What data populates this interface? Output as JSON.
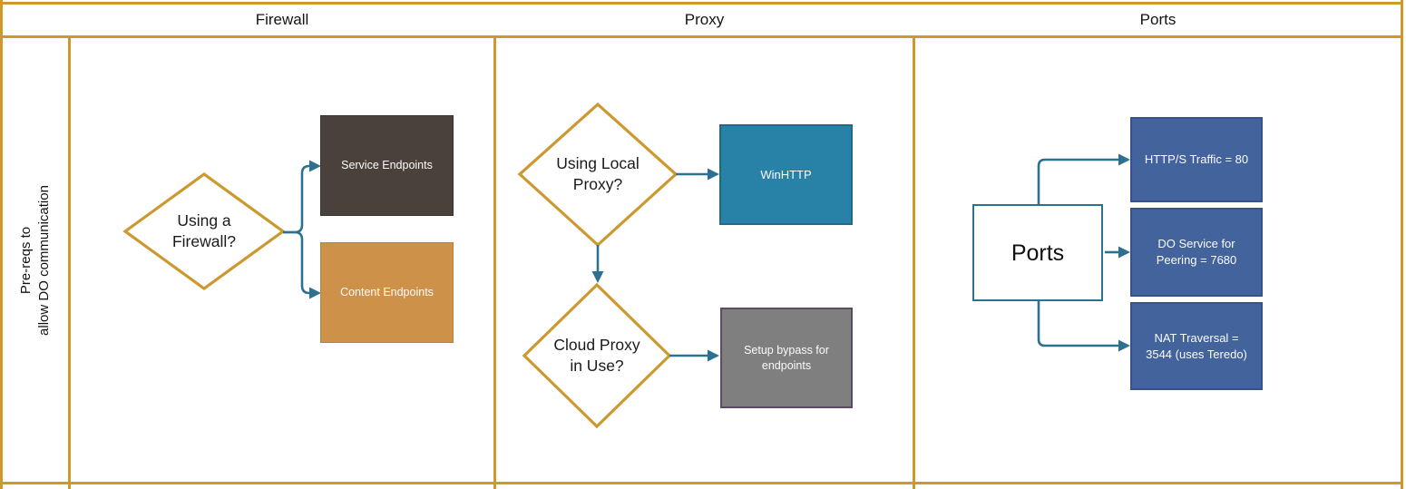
{
  "sidebar": {
    "label": {
      "lines": [
        "Pre-reqs to",
        "allow DO communication"
      ]
    }
  },
  "lanes": [
    {
      "title": "Firewall"
    },
    {
      "title": "Proxy"
    },
    {
      "title": "Ports"
    }
  ],
  "firewall": {
    "decision": {
      "lines": [
        "Using a",
        "Firewall?"
      ]
    },
    "service_box": {
      "lines": [
        "Service Endpoints"
      ]
    },
    "content_box": {
      "lines": [
        "Content Endpoints"
      ]
    }
  },
  "proxy": {
    "decision_local": {
      "lines": [
        "Using Local",
        "Proxy?"
      ]
    },
    "winhttp_box": {
      "lines": [
        "WinHTTP"
      ]
    },
    "decision_cloud": {
      "lines": [
        "Cloud Proxy",
        "in Use?"
      ]
    },
    "bypass_box": {
      "lines": [
        "Setup bypass for",
        "endpoints"
      ]
    }
  },
  "ports": {
    "source_box": {
      "label": "Ports"
    },
    "targets": [
      {
        "lines": [
          "HTTP/S Traffic = 80",
          ""
        ]
      },
      {
        "lines": [
          "DO Service for",
          "Peering = 7680"
        ]
      },
      {
        "lines": [
          "NAT Traversal =",
          "3544 (uses Teredo)"
        ]
      }
    ]
  },
  "colors": {
    "lane_border_gold": "#CF9928",
    "decision_border_gold": "#CC9930",
    "connector_teal": "#2D7090",
    "service_box_fill": "#4A423A",
    "content_box_fill": "#CE9149",
    "winhttp_box_fill": "#2881A6",
    "bypass_box_fill": "#7F7F7F",
    "bypass_box_border": "#5D4B64",
    "port_box_fill": "#42639C",
    "port_box_border": "#36528D"
  }
}
